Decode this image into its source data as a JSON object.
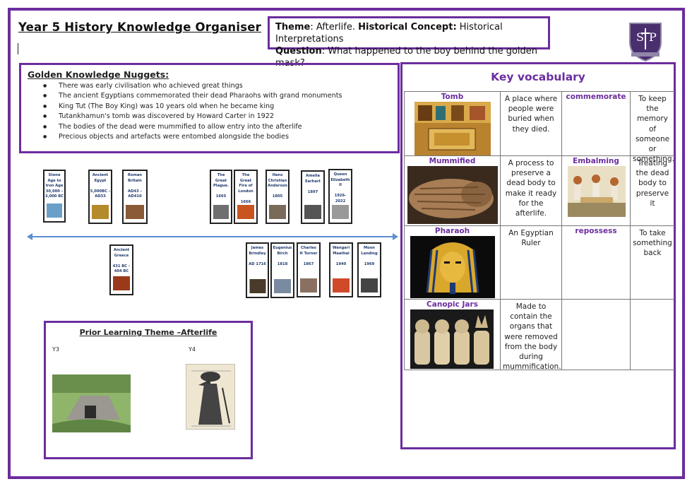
{
  "header": {
    "title": "Year 5 History Knowledge Organiser",
    "theme_label": "Theme",
    "theme_value": "Afterlife.",
    "concept_label": "Historical Concept:",
    "concept_value": "Historical Interpretations",
    "question_label": "Question",
    "question_value": "What happened to the boy behind the golden mask?",
    "logo_text": "SP"
  },
  "nuggets": {
    "heading": "Golden Knowledge Nuggets:",
    "items": [
      "There was early civilisation who achieved great things",
      "The ancient Egyptians commemorated their dead Pharaohs with grand monuments",
      "King Tut (The Boy King) was 10 years old when he became king",
      "Tutankhamun's tomb was discovered by Howard Carter in 1922",
      "The bodies of the dead were mummified to allow entry into the afterlife",
      "Precious objects and artefacts were entombed alongside the bodies"
    ]
  },
  "vocab": {
    "heading": "Key vocabulary",
    "rows": [
      {
        "term1": "Tomb",
        "def1": "A place where people were buried when they died.",
        "term2": "commemorate",
        "def2": "To keep the memory of someone or something."
      },
      {
        "term1": "Mummified",
        "def1": "A process to preserve a dead body to make it ready for the afterlife.",
        "term2": "Embalming",
        "def2": "Treating the dead body to preserve it"
      },
      {
        "term1": "Pharaoh",
        "def1": "An Egyptian Ruler",
        "term2": "repossess",
        "def2": "To take something back"
      },
      {
        "term1": "Canopic Jars",
        "def1": "Made to contain the organs that were removed from the body during mummification.",
        "term2": "",
        "def2": ""
      }
    ]
  },
  "timeline": {
    "top": [
      {
        "lines": [
          "Stone",
          "Age to",
          "Iron Age",
          "30,000 –",
          "3,000 BC"
        ]
      },
      {
        "lines": [
          "Ancient",
          "Egypt",
          "",
          "5,000BC –",
          "AD33"
        ]
      },
      {
        "lines": [
          "Roman",
          "Britain",
          "",
          "AD43 –",
          "AD410"
        ]
      },
      {
        "lines": [
          "The",
          "Great",
          "Plague.",
          "",
          "1665"
        ]
      },
      {
        "lines": [
          "The",
          "Great",
          "Fire of",
          "London",
          "",
          "1666"
        ]
      },
      {
        "lines": [
          "Hans",
          "Christian",
          "Anderson",
          "",
          "1805"
        ]
      },
      {
        "lines": [
          "Amelia",
          "Earhart",
          "",
          "1897"
        ]
      },
      {
        "lines": [
          "Queen",
          "Elizabeth",
          "II",
          "",
          "1926-",
          "2022"
        ]
      }
    ],
    "bottom": [
      {
        "lines": [
          "Ancient",
          "Greece",
          "",
          "431 BC –",
          "404 BC"
        ]
      },
      {
        "lines": [
          "James",
          "Brindley",
          "",
          "AD 1716"
        ]
      },
      {
        "lines": [
          "Eugenius",
          "Birch",
          "",
          "1818"
        ]
      },
      {
        "lines": [
          "Charles",
          "H Turner",
          "",
          "1867"
        ]
      },
      {
        "lines": [
          "Wangari",
          "Maathai",
          "",
          "1940"
        ]
      },
      {
        "lines": [
          "Moon",
          "Landing",
          "",
          "1969"
        ]
      }
    ]
  },
  "prior": {
    "heading": "Prior Learning Theme –Afterlife",
    "y3": "Y3",
    "y4": "Y4"
  },
  "colors": {
    "accent": "#6b2d9e",
    "timeline": "#5b8fd0"
  }
}
